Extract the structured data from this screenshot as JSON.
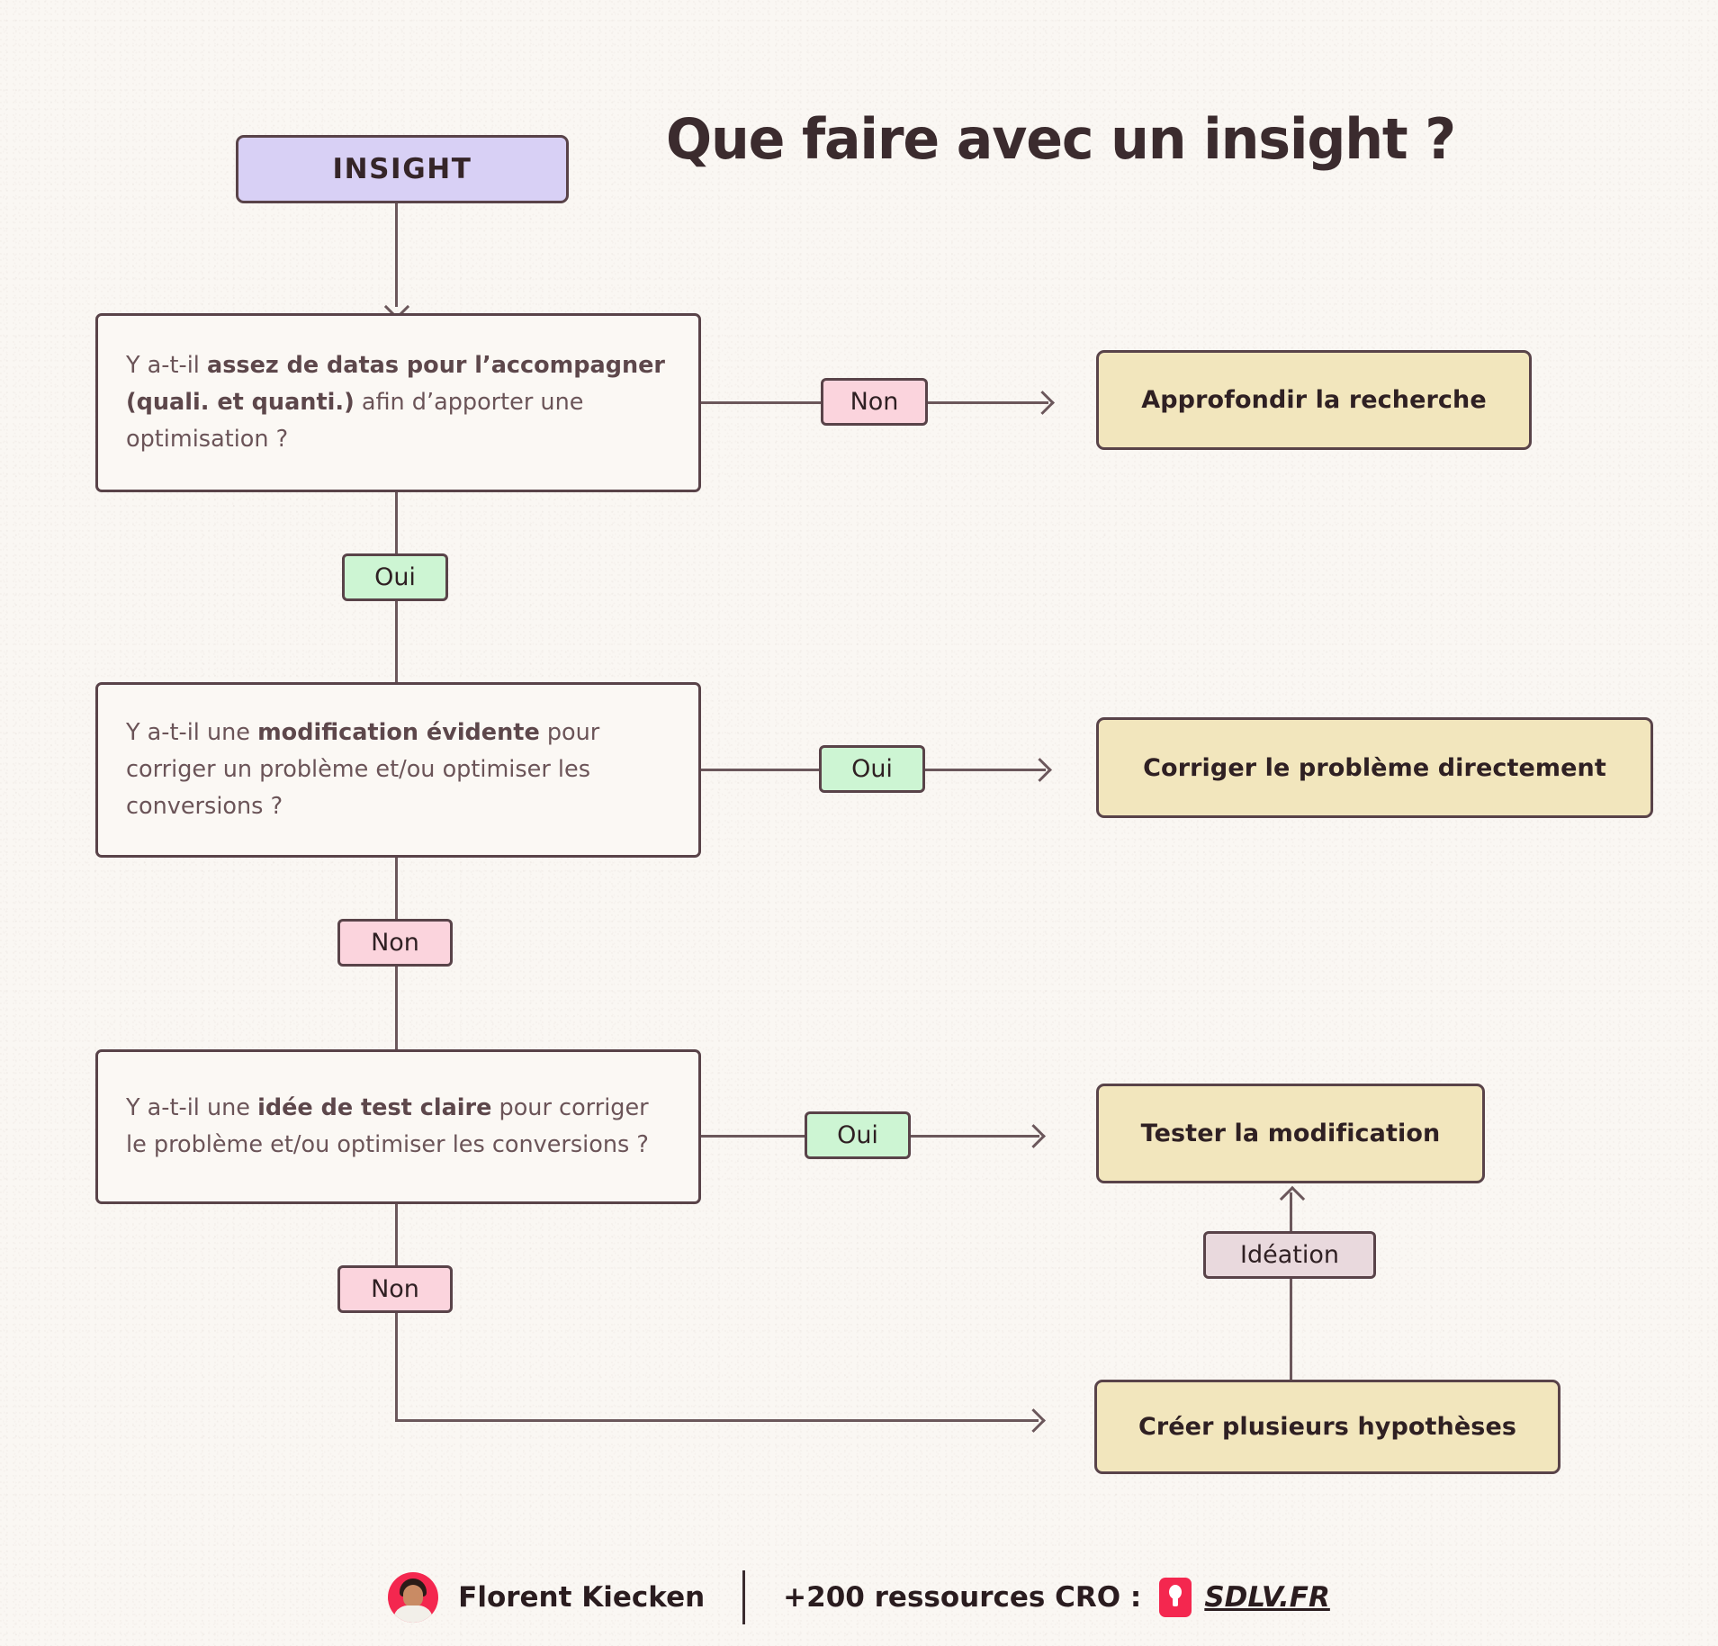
{
  "page": {
    "title": "Que faire avec un insight ?",
    "background_color": "#faf7f3"
  },
  "colors": {
    "start_node": "#d8d0f5",
    "outcome_node": "#f2e6bd",
    "chip_no": "#fbd4dd",
    "chip_yes": "#cdf5d3",
    "chip_neutral": "#e9d9dd",
    "stroke": "#594349",
    "connector": "#6b575b",
    "brand_red": "#f4274f",
    "ink": "#2f2023"
  },
  "flow": {
    "start": {
      "label": "INSIGHT"
    },
    "questions": [
      {
        "id": "q1",
        "parts": [
          {
            "text": "Y a-t-il ",
            "bold": false
          },
          {
            "text": "assez de datas pour l’accompagner (quali. et quanti.)",
            "bold": true
          },
          {
            "text": " afin d’apporter une optimisation ?",
            "bold": false
          }
        ],
        "plain": "Y a-t-il assez de datas pour l’accompagner (quali. et quanti.) afin d’apporter une optimisation ?"
      },
      {
        "id": "q2",
        "parts": [
          {
            "text": "Y a-t-il une ",
            "bold": false
          },
          {
            "text": "modification évidente",
            "bold": true
          },
          {
            "text": " pour corriger un problème et/ou optimiser les conversions ?",
            "bold": false
          }
        ],
        "plain": "Y a-t-il une modification évidente pour corriger un problème et/ou optimiser les conversions ?"
      },
      {
        "id": "q3",
        "parts": [
          {
            "text": "Y a-t-il une ",
            "bold": false
          },
          {
            "text": "idée de test claire",
            "bold": true
          },
          {
            "text": " pour corriger le problème et/ou optimiser les conversions ?",
            "bold": false
          }
        ],
        "plain": "Y a-t-il une idée de test claire pour corriger le problème et/ou optimiser les conversions ?"
      }
    ],
    "chips": {
      "q1_right": "Non",
      "q1_down": "Oui",
      "q2_right": "Oui",
      "q2_down": "Non",
      "q3_right": "Oui",
      "q3_down": "Non",
      "ideation": "Idéation"
    },
    "outcomes": [
      {
        "id": "o1",
        "label": "Approfondir la recherche"
      },
      {
        "id": "o2",
        "label": "Corriger le problème directement"
      },
      {
        "id": "o3",
        "label": "Tester la modification"
      },
      {
        "id": "o4",
        "label": "Créer plusieurs hypothèses"
      }
    ]
  },
  "footer": {
    "author": "Florent Kiecken",
    "resources": "+200 ressources CRO :",
    "site": "SDLV.FR"
  }
}
